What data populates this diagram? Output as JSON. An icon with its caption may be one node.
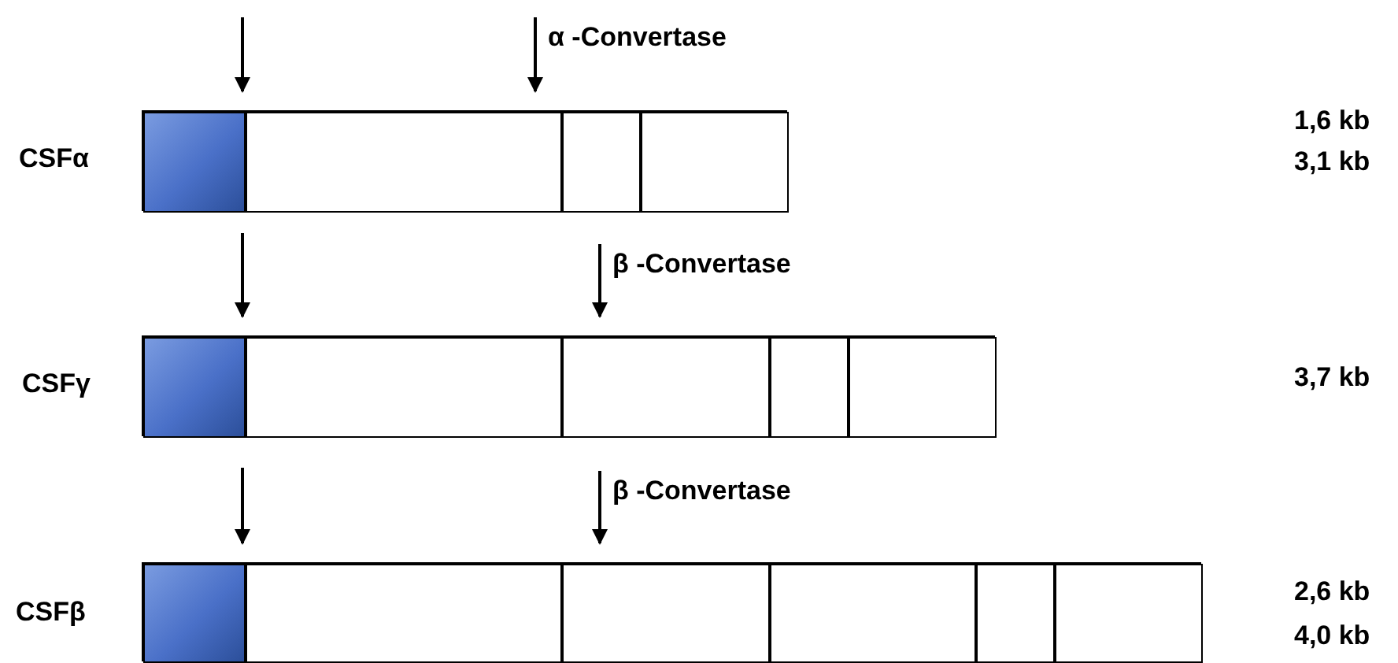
{
  "diagram": {
    "nodes": [
      {
        "text": [],
        "shape": "bar",
        "beside": [
          "CSFα"
        ]
      },
      {
        "text": [],
        "shape": "box",
        "in": 0
      },
      {
        "text": [],
        "shape": "box",
        "in": 0
      },
      {
        "text": [],
        "shape": "box",
        "in": 0
      },
      {
        "text": [],
        "shape": "box",
        "in": 0
      },
      {
        "text": [],
        "shape": "bar",
        "beside": [
          "CSFγ"
        ]
      },
      {
        "text": [],
        "shape": "box",
        "in": 5
      },
      {
        "text": [],
        "shape": "box",
        "in": 5
      },
      {
        "text": [],
        "shape": "box",
        "in": 5
      },
      {
        "text": [],
        "shape": "box",
        "in": 5
      },
      {
        "text": [],
        "shape": "box",
        "in": 5
      },
      {
        "text": [],
        "shape": "bar",
        "beside": [
          "CSFβ"
        ]
      },
      {
        "text": [],
        "shape": "box",
        "in": 11
      },
      {
        "text": [],
        "shape": "box",
        "in": 11
      },
      {
        "text": [],
        "shape": "box",
        "in": 11
      },
      {
        "text": [],
        "shape": "box",
        "in": 11
      },
      {
        "text": [],
        "shape": "box",
        "in": 11
      },
      {
        "text": [],
        "shape": "box",
        "in": 11
      }
    ],
    "edges": [
      {
        "from": null,
        "to": 2,
        "arrow": "to"
      },
      {
        "from": null,
        "to": 2,
        "arrow": "to",
        "label": "α -Convertase"
      },
      {
        "from": null,
        "to": 7,
        "arrow": "to"
      },
      {
        "from": null,
        "to": 8,
        "arrow": "to",
        "label": "β -Convertase"
      },
      {
        "from": null,
        "to": 13,
        "arrow": "to"
      },
      {
        "from": null,
        "to": 14,
        "arrow": "to",
        "label": "β -Convertase"
      }
    ],
    "labels": [
      "1,6 kb",
      "3,1 kb",
      "3,7 kb",
      "2,6 kb",
      "4,0 kb"
    ]
  }
}
